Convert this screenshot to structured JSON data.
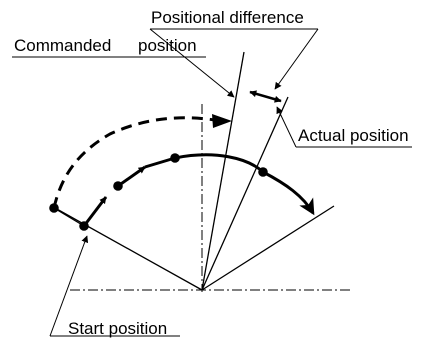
{
  "labels": {
    "positional_difference": "Positional difference",
    "commanded": "Commanded",
    "position": "position",
    "actual_position": "Actual position",
    "start_position": "Start position"
  },
  "colors": {
    "stroke": "#000000",
    "background": "#ffffff"
  }
}
